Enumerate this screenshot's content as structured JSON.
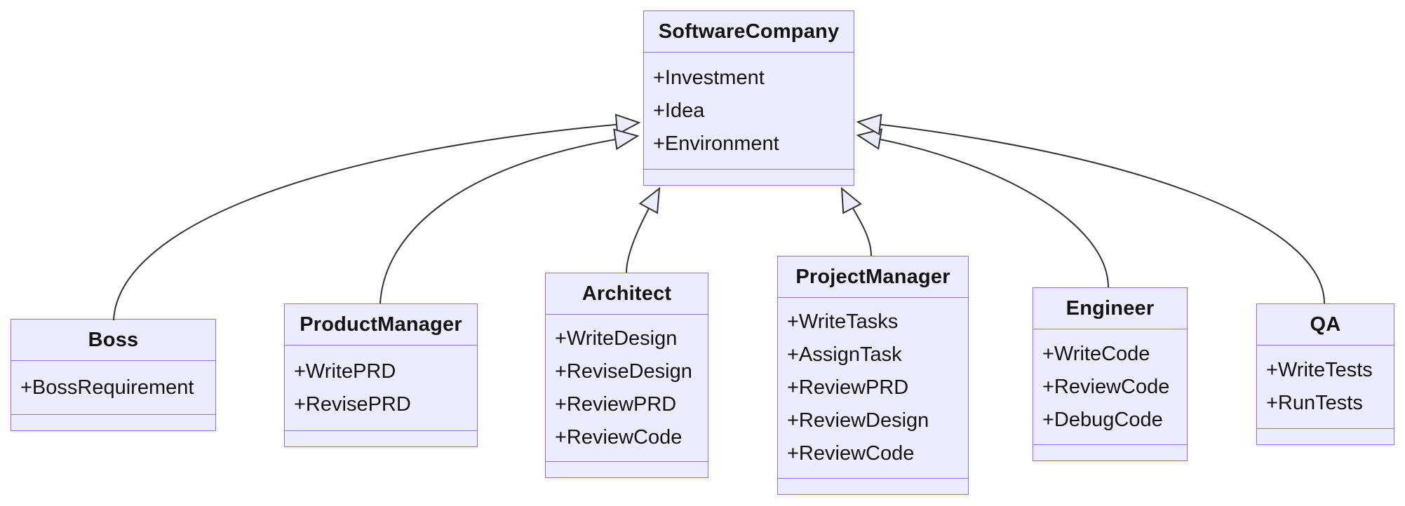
{
  "diagram": {
    "kind": "uml-class-diagram",
    "classes": [
      {
        "name": "SoftwareCompany",
        "attributes": [
          "+Investment",
          "+Idea",
          "+Environment"
        ],
        "methods": []
      },
      {
        "name": "Boss",
        "attributes": [
          "+BossRequirement"
        ],
        "methods": []
      },
      {
        "name": "ProductManager",
        "attributes": [
          "+WritePRD",
          "+RevisePRD"
        ],
        "methods": []
      },
      {
        "name": "Architect",
        "attributes": [
          "+WriteDesign",
          "+ReviseDesign",
          "+ReviewPRD",
          "+ReviewCode"
        ],
        "methods": []
      },
      {
        "name": "ProjectManager",
        "attributes": [
          "+WriteTasks",
          "+AssignTask",
          "+ReviewPRD",
          "+ReviewDesign",
          "+ReviewCode"
        ],
        "methods": []
      },
      {
        "name": "Engineer",
        "attributes": [
          "+WriteCode",
          "+ReviewCode",
          "+DebugCode"
        ],
        "methods": []
      },
      {
        "name": "QA",
        "attributes": [
          "+WriteTests",
          "+RunTests"
        ],
        "methods": []
      }
    ],
    "relationships": [
      {
        "from": "Boss",
        "to": "SoftwareCompany",
        "type": "inheritance"
      },
      {
        "from": "ProductManager",
        "to": "SoftwareCompany",
        "type": "inheritance"
      },
      {
        "from": "Architect",
        "to": "SoftwareCompany",
        "type": "inheritance"
      },
      {
        "from": "ProjectManager",
        "to": "SoftwareCompany",
        "type": "inheritance"
      },
      {
        "from": "Engineer",
        "to": "SoftwareCompany",
        "type": "inheritance"
      },
      {
        "from": "QA",
        "to": "SoftwareCompany",
        "type": "inheritance"
      }
    ],
    "colors": {
      "node_fill": "#ECECFF",
      "node_border": "#9370DB",
      "edge": "#333333",
      "arrowhead_fill": "#ECECFF",
      "text": "#131313",
      "background": "#FFFFFF"
    }
  }
}
